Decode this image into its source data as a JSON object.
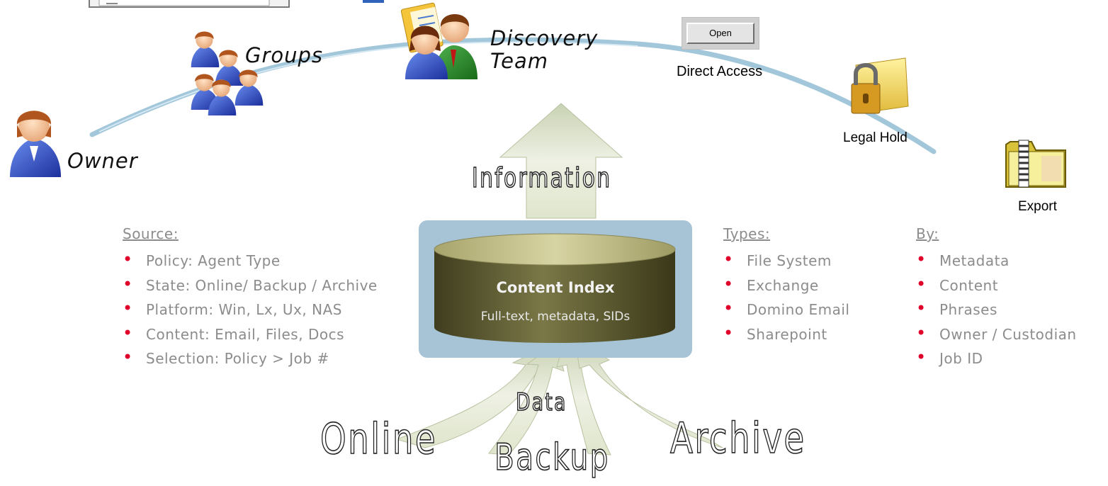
{
  "curve_labels": {
    "owner": "Owner",
    "groups": "Groups",
    "discovery_team_line1": "Discovery",
    "discovery_team_line2": "Team",
    "open_button": "Open",
    "direct_access": "Direct Access",
    "legal_hold": "Legal Hold",
    "export": "Export"
  },
  "flow": {
    "information": "Information",
    "data": "Data",
    "online": "Online",
    "backup": "Backup",
    "archive": "Archive"
  },
  "content_index": {
    "title": "Content Index",
    "subtitle": "Full-text, metadata, SIDs"
  },
  "source_list": {
    "heading": "Source:",
    "items": [
      "Policy: Agent Type",
      "State: Online/ Backup /  Archive",
      "Platform: Win, Lx, Ux, NAS",
      "Content: Email, Files, Docs",
      "Selection: Policy > Job #"
    ]
  },
  "types_list": {
    "heading": "Types:",
    "items": [
      "File System",
      "Exchange",
      "Domino Email",
      "Sharepoint"
    ]
  },
  "by_list": {
    "heading": "By:",
    "items": [
      "Metadata",
      "Content",
      "Phrases",
      "Owner / Custodian",
      "Job ID"
    ]
  },
  "colors": {
    "bullet": "#e0002a",
    "list_text": "#8c8c8c",
    "curve": "#9ec4d8",
    "arrow_fill": "#e8eddc",
    "cylinder": "#6f6d3e",
    "index_box": "#a6c4d6"
  }
}
